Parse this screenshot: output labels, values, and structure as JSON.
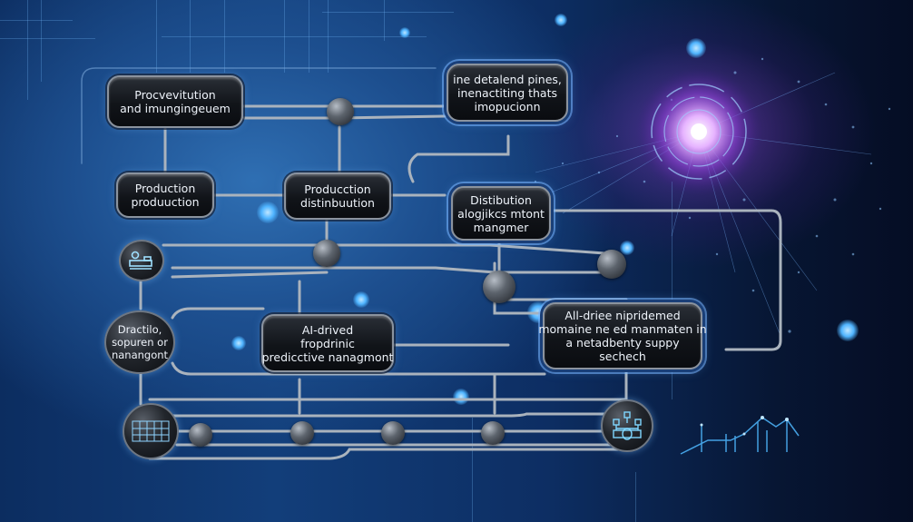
{
  "diagram": {
    "type": "flowchart",
    "theme": "AI-driven supply chain management",
    "colors": {
      "background_primary": "#123e7a",
      "background_dark": "#050d24",
      "accent_glow": "#4fb4ff",
      "core_glow": "#c58cff",
      "box_fill": "#111419",
      "box_border": "#8b939e",
      "text": "#eef3fa"
    },
    "nodes": [
      {
        "id": "n1",
        "shape": "rounded-box",
        "lines": [
          "Procvevitution",
          "and imungingeuem"
        ]
      },
      {
        "id": "n2",
        "shape": "rounded-box",
        "lines": [
          "ine detalend pines,",
          "inenactiting thats",
          "imopucionn"
        ]
      },
      {
        "id": "n3",
        "shape": "rounded-box",
        "lines": [
          "Production",
          "produuction"
        ]
      },
      {
        "id": "n4",
        "shape": "rounded-box",
        "lines": [
          "Producction",
          "distinbuution"
        ]
      },
      {
        "id": "n5",
        "shape": "rounded-box",
        "lines": [
          "Distibution",
          "alogjikcs mtont",
          "mangmer"
        ]
      },
      {
        "id": "n6",
        "shape": "circle-icon",
        "icon": "factory-conveyor-icon"
      },
      {
        "id": "n7",
        "shape": "circle",
        "lines": [
          "Dractilo,",
          "sopuren or",
          "nanangont"
        ]
      },
      {
        "id": "n8",
        "shape": "rounded-box",
        "lines": [
          "AI-drived",
          "fropdrinic",
          "predicctive nanagmont"
        ]
      },
      {
        "id": "n9",
        "shape": "rounded-box",
        "lines": [
          "All-driee nipridemed",
          "momaine ne ed manmaten in",
          "a netadbenty suppy",
          "sechech"
        ]
      },
      {
        "id": "n10",
        "shape": "circle-icon",
        "icon": "warehouse-grid-icon"
      },
      {
        "id": "n11",
        "shape": "circle-icon",
        "icon": "network-hierarchy-icon"
      }
    ],
    "edges": [
      {
        "from": "n1",
        "to": "n2"
      },
      {
        "from": "n1",
        "to": "n3"
      },
      {
        "from": "n3",
        "to": "n4"
      },
      {
        "from": "n4",
        "to": "n5"
      },
      {
        "from": "n5",
        "to": "n9"
      },
      {
        "from": "n3",
        "to": "n6"
      },
      {
        "from": "n6",
        "to": "n7"
      },
      {
        "from": "n7",
        "to": "n8"
      },
      {
        "from": "n8",
        "to": "n9"
      },
      {
        "from": "n7",
        "to": "n10"
      },
      {
        "from": "n10",
        "to": "n11"
      }
    ],
    "decorations": [
      "glowing-neural-core",
      "particle-network-cloud",
      "holographic-line-chart"
    ]
  }
}
